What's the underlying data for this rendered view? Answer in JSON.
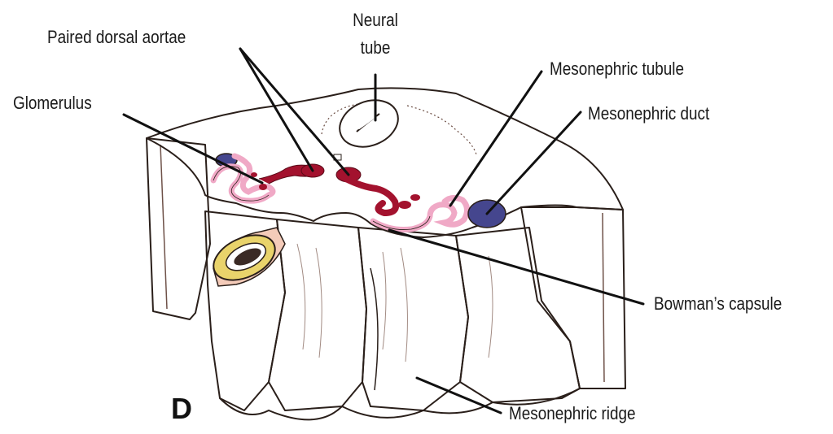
{
  "labels": {
    "paired_dorsal_aortae": "Paired dorsal aortae",
    "neural_tube_line1": "Neural",
    "neural_tube_line2": "tube",
    "mesonephric_tubule": "Mesonephric tubule",
    "glomerulus": "Glomerulus",
    "mesonephric_duct": "Mesonephric duct",
    "bowmans_capsule": "Bowman’s capsule",
    "mesonephric_ridge": "Mesonephric ridge"
  },
  "panel_letter": "D",
  "colors": {
    "tissue": "#f6d3c2",
    "tissue_edge": "#e8b8a4",
    "shade_dark": "#3a2a25",
    "aorta": "#a3122e",
    "capsule_pink": "#f0a9c6",
    "duct_blue": "#45468e",
    "gut_yellow": "#e9d36b",
    "leader": "#111111"
  }
}
